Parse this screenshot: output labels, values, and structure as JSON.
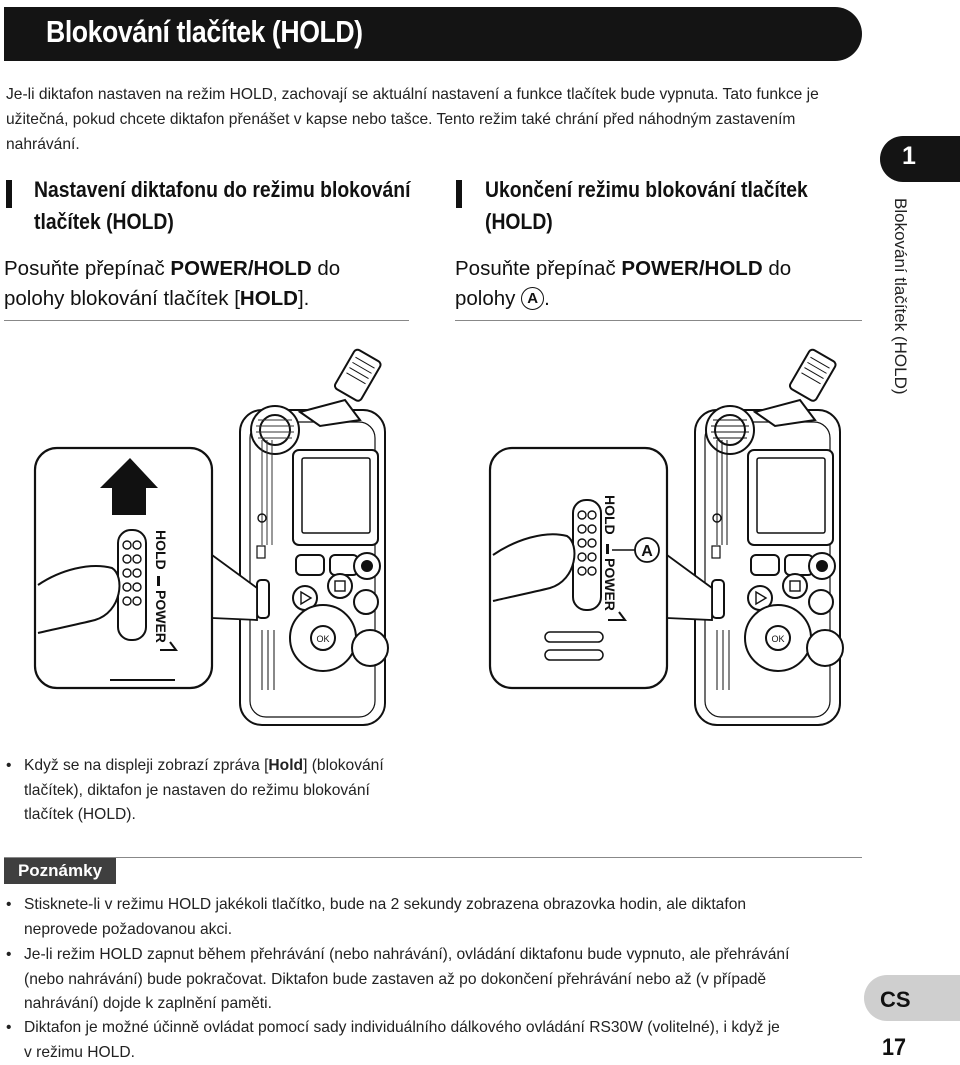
{
  "header": {
    "title": "Blokování tlačítek (HOLD)"
  },
  "intro": "Je-li diktafon nastaven na režim HOLD, zachovají se aktuální nastavení a funkce tlačítek bude vypnuta. Tato funkce je užitečná, pokud chcete diktafon přenášet v kapse nebo tašce. Tento režim také chrání před náhodným zastavením nahrávání.",
  "left_section": {
    "heading_line1": "Nastavení diktafonu do režimu blokování",
    "heading_line2": "tlačítek (HOLD)",
    "step_prefix": "Posuňte přepínač ",
    "step_bold": "POWER/HOLD",
    "step_mid": " do",
    "step_line2_prefix": "polohy blokování tlačítek [",
    "step_line2_bold": "HOLD",
    "step_line2_suffix": "]."
  },
  "right_section": {
    "heading_line1": "Ukončení režimu blokování tlačítek",
    "heading_line2": "(HOLD)",
    "step_prefix": "Posuňte přepínač ",
    "step_bold": "POWER/HOLD",
    "step_mid": " do",
    "step_line2_prefix": "polohy ",
    "step_marker": "A",
    "step_line2_suffix": "."
  },
  "figure_left": {
    "label_hold": "HOLD",
    "label_power": "POWER"
  },
  "figure_right": {
    "label_hold": "HOLD",
    "label_power": "POWER",
    "callout": "A"
  },
  "recorder": {
    "ok_label": "OK"
  },
  "bullet_hold": {
    "line1_prefix": "Když se na displeji zobrazí zpráva [",
    "line1_bold": "Hold",
    "line1_suffix": "] (blokování",
    "line2": "tlačítek), diktafon je nastaven do režimu blokování",
    "line3": "tlačítek (HOLD)."
  },
  "notes": {
    "label": "Poznámky",
    "items": [
      {
        "line1": "Stisknete-li v režimu HOLD jakékoli tlačítko, bude na 2 sekundy zobrazena obrazovka hodin, ale diktafon",
        "line2": "neprovede požadovanou akci."
      },
      {
        "line1": "Je-li režim HOLD zapnut během přehrávání (nebo nahrávání), ovládání diktafonu bude vypnuto, ale přehrávání",
        "line2": "(nebo nahrávání) bude pokračovat. Diktafon bude zastaven až po dokončení přehrávání nebo až (v případě",
        "line3": "nahrávání) dojde k zaplnění paměti."
      },
      {
        "line1": "Diktafon je možné účinně ovládat pomocí sady individuálního dálkového ovládání RS30W (volitelné), i když je",
        "line2": "v režimu HOLD."
      }
    ]
  },
  "sidebar": {
    "chapter": "1",
    "running_title": "Blokování tlačítek (HOLD)"
  },
  "footer": {
    "lang": "CS",
    "page": "17"
  }
}
